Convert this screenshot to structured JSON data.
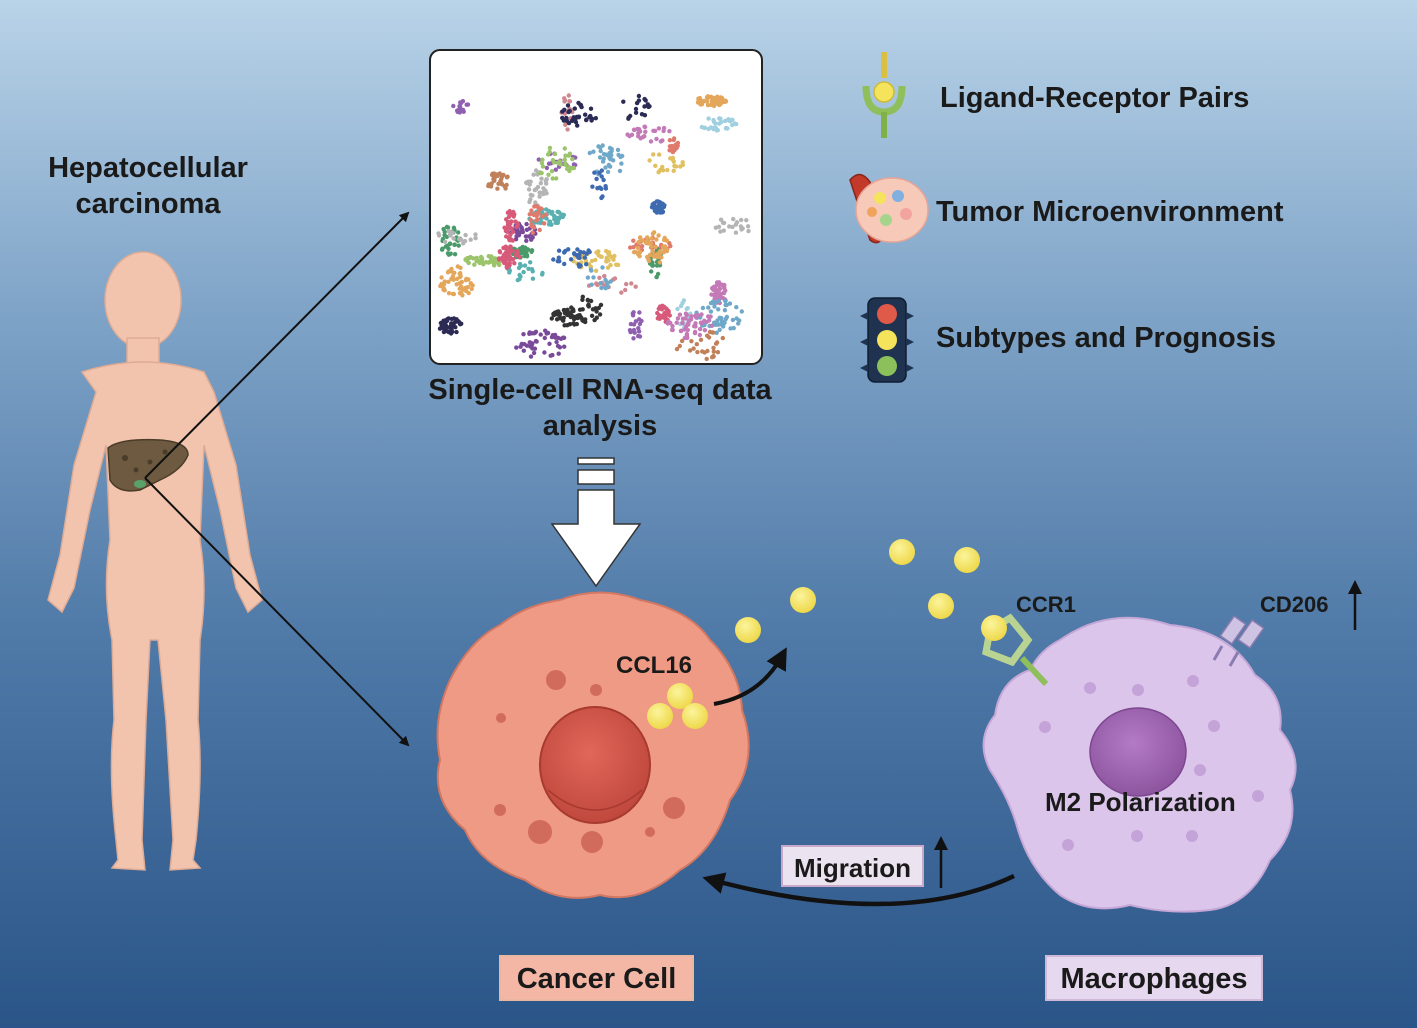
{
  "title": "Hepatocellular carcinoma",
  "scrna_label": "Single-cell RNA-seq data analysis",
  "legend": {
    "ligand_receptor": "Ligand-Receptor Pairs",
    "tumor_microenvironment": "Tumor Microenvironment",
    "subtypes_prognosis": "Subtypes and Prognosis"
  },
  "labels": {
    "ccl16": "CCL16",
    "ccr1": "CCR1",
    "cd206": "CD206",
    "m2_polarization": "M2 Polarization",
    "migration": "Migration",
    "cancer_cell": "Cancer Cell",
    "macrophages": "Macrophages"
  },
  "colors": {
    "cancer_cell": "#e8917c",
    "cancer_nucleus": "#d0584b",
    "macrophage": "#dcc5ea",
    "macrophage_nucleus": "#9b62b0",
    "ccl16_ligand": "#f4e35b",
    "ccr1_receptor": "#b9d392",
    "cd206_receptor": "#b4a7d2",
    "traffic_red": "#e05a4a",
    "traffic_yellow": "#f4e35b",
    "traffic_green": "#8cc05a"
  },
  "icons": {
    "ligand_receptor": "ligand-receptor-icon",
    "tumor_microenvironment": "tumor-microenvironment-icon",
    "subtypes_prognosis": "traffic-light-icon",
    "body": "human-body-icon",
    "liver": "liver-icon"
  }
}
